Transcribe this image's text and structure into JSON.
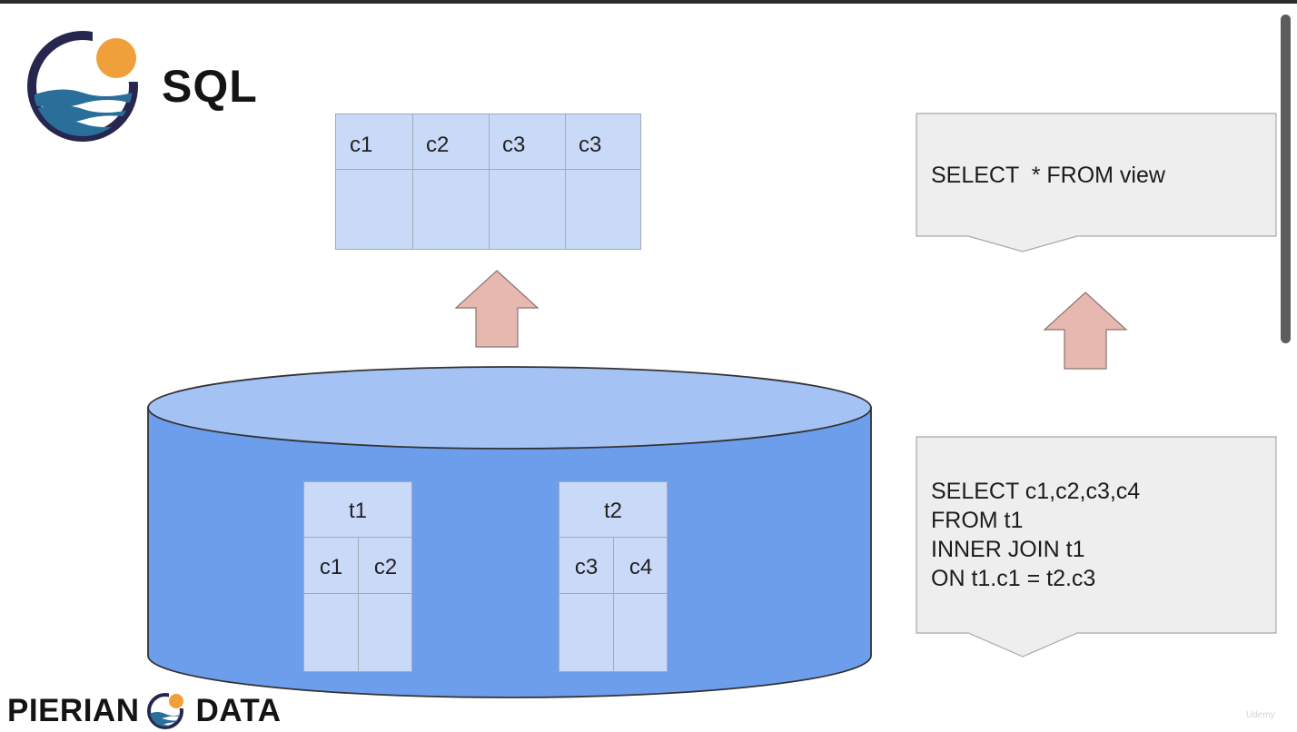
{
  "header": {
    "title": "SQL"
  },
  "brand": {
    "left": "PIERIAN",
    "right": "DATA"
  },
  "view_table": {
    "columns": [
      "c1",
      "c2",
      "c3",
      "c3"
    ]
  },
  "tables": [
    {
      "name": "t1",
      "columns": [
        "c1",
        "c2"
      ]
    },
    {
      "name": "t2",
      "columns": [
        "c3",
        "c4"
      ]
    }
  ],
  "queries": {
    "view_query": "SELECT  * FROM view",
    "join_query": [
      "SELECT c1,c2,c3,c4",
      "FROM t1",
      "INNER JOIN t1",
      "ON t1.c1 = t2.c3"
    ]
  },
  "colors": {
    "logo_ring": "#26264f",
    "logo_sun": "#f0a03a",
    "logo_wave": "#2a6f9a",
    "db_body": "#6d9eeb",
    "db_top": "#a4c2f4",
    "table_fill": "#c9daf8",
    "arrow_fill": "#e6b8af",
    "callout_fill": "#eeeeee"
  },
  "icons": {
    "logo": "pierian-sun-wave-logo",
    "arrow": "up-arrow"
  },
  "watermark": "Udemy"
}
